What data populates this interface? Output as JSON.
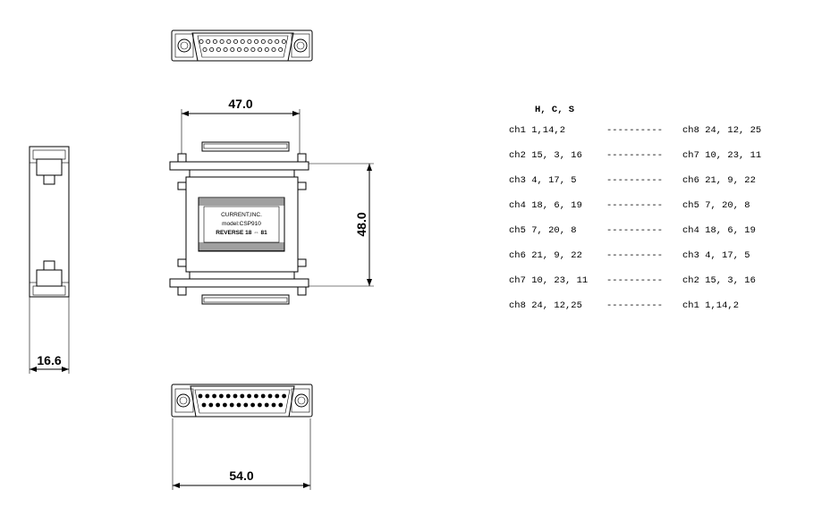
{
  "dimensions": {
    "top_width": "47.0",
    "height": "48.0",
    "side_depth": "16.6",
    "bottom_width": "54.0"
  },
  "label": {
    "line1": "CURRENT,INC.",
    "line2": "model:CSP910",
    "line3": "REVERSE 18 ⇔ 81"
  },
  "mapping": {
    "header": "H, C, S",
    "dashes": "----------",
    "rows": [
      {
        "left": "ch1 1,14,2",
        "right": "ch8 24, 12, 25"
      },
      {
        "left": "ch2 15, 3, 16",
        "right": "ch7 10, 23, 11"
      },
      {
        "left": "ch3 4, 17, 5",
        "right": "ch6 21, 9, 22"
      },
      {
        "left": "ch4 18, 6, 19",
        "right": "ch5 7, 20, 8"
      },
      {
        "left": "ch5 7, 20, 8",
        "right": "ch4 18, 6, 19"
      },
      {
        "left": "ch6 21, 9, 22",
        "right": "ch3 4, 17, 5"
      },
      {
        "left": "ch7 10, 23, 11",
        "right": "ch2 15, 3, 16"
      },
      {
        "left": "ch8 24, 12,25",
        "right": "ch1 1,14,2"
      }
    ]
  }
}
